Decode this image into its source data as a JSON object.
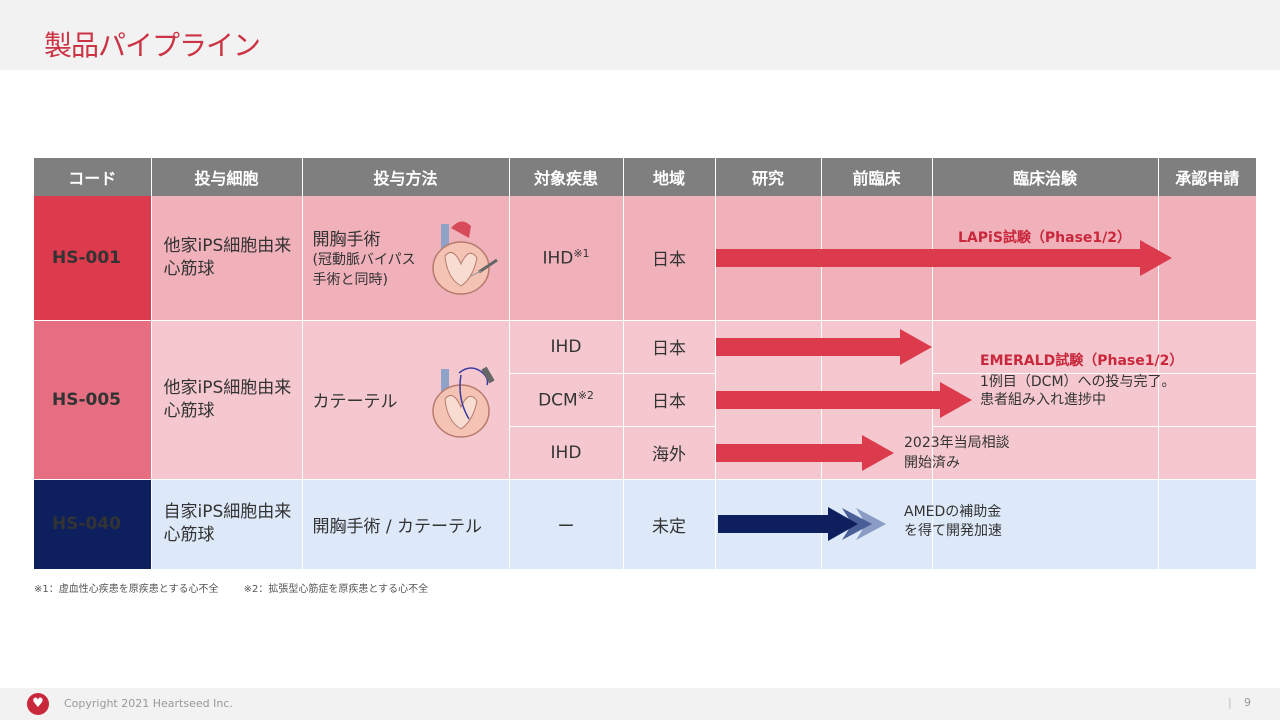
{
  "title": "製品パイプライン",
  "headers": [
    "コード",
    "投与細胞",
    "投与方法",
    "対象疾患",
    "地域",
    "研究",
    "前臨床",
    "臨床治験",
    "承認申請"
  ],
  "rows": {
    "hs001": {
      "code": "HS-001",
      "cell": "他家iPS細胞由来心筋球",
      "method_main": "開胸手術",
      "method_sub": "(冠動脈バイパス手術と同時)",
      "disease": "IHD",
      "disease_note": "※1",
      "region": "日本"
    },
    "hs005": {
      "code": "HS-005",
      "cell": "他家iPS細胞由来心筋球",
      "method": "カテーテル",
      "sub": [
        {
          "disease": "IHD",
          "note": "",
          "region": "日本"
        },
        {
          "disease": "DCM",
          "note": "※2",
          "region": "日本"
        },
        {
          "disease": "IHD",
          "note": "",
          "region": "海外"
        }
      ]
    },
    "hs040": {
      "code": "HS-040",
      "cell": "自家iPS細胞由来心筋球",
      "method": "開胸手術 / カテーテル",
      "disease": "ー",
      "region": "未定"
    }
  },
  "annotations": {
    "lapis": "LAPiS試験（Phase1/2）",
    "emerald_title": "EMERALD試験（Phase1/2）",
    "emerald_line1": "1例目（DCM）への投与完了。",
    "emerald_line2": "患者組み入れ進捗中",
    "overseas_line1": "2023年当局相談",
    "overseas_line2": "開始済み",
    "amed_line1": "AMEDの補助金",
    "amed_line2": "を得て開発加速"
  },
  "footnotes": [
    "※1：虚血性心疾患を原疾患とする心不全",
    "※2：拡張型心筋症を原疾患とする心不全"
  ],
  "footer": {
    "logo": "♥",
    "copyright": "Copyright 2021 Heartseed Inc.",
    "separator": "|",
    "page": "9"
  },
  "colors": {
    "accent_red": "#dc3a4d",
    "arrow_red": "#dc3a4d",
    "navy": "#0d1f5c"
  },
  "icons": [
    "heart-surgery-icon",
    "heart-catheter-icon"
  ]
}
